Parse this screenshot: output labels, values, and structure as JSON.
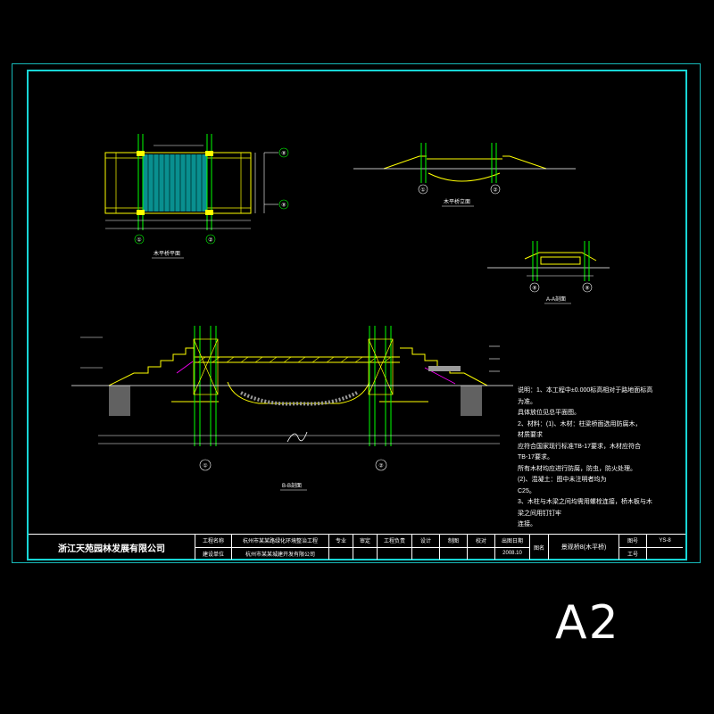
{
  "title_block": {
    "company": "浙江天苑园林发展有限公司",
    "project_name_label": "工程名称",
    "project_name": "杭州市某某路绿化环境整治工程",
    "client_label": "建设单位",
    "client": "杭州市某某城建开发有限公司",
    "col_headers": [
      "专业",
      "审定",
      "工程负责",
      "设计",
      "制图",
      "校对"
    ],
    "date_label": "出图日期",
    "date_value": "2008.10",
    "drawing_name_label": "图名",
    "drawing_name": "景观桥8(木平桥)",
    "drawing_no_label": "图号",
    "drawing_no": "YS-8",
    "job_label": "工号"
  },
  "views": {
    "plan_title": "木平桥平面",
    "elevation_title": "木平桥立面",
    "section_a_title": "A-A剖面",
    "section_b_title": "B-B剖面",
    "axis_1": "①",
    "axis_2": "②",
    "axis_b": "⑧"
  },
  "notes": [
    "说明：1、本工程中±0.000标高相对于路地面标高",
    "为准。",
    "具体放位见总平面图。",
    "2、材料：(1)、木材：柱梁桥面选用防腐木，",
    "材质要求",
    "应符合国家现行标准TB-17要求，木材应符合",
    "TB-17要求。",
    "所有木材均应进行防腐，防虫，防火处理。",
    "(2)、混凝土：图中未注明者均为",
    "C25。",
    "3、木柱与木梁之间均需用螺栓连接，桥木板与木",
    "梁之间用钉钉牢",
    "连接。"
  ],
  "sheet_size": "A2",
  "colors": {
    "frame": "#18d6d6",
    "structure": "#ffff00",
    "timber": "#00ff00",
    "water": "#00d8d8",
    "accent": "#ff00ff"
  }
}
